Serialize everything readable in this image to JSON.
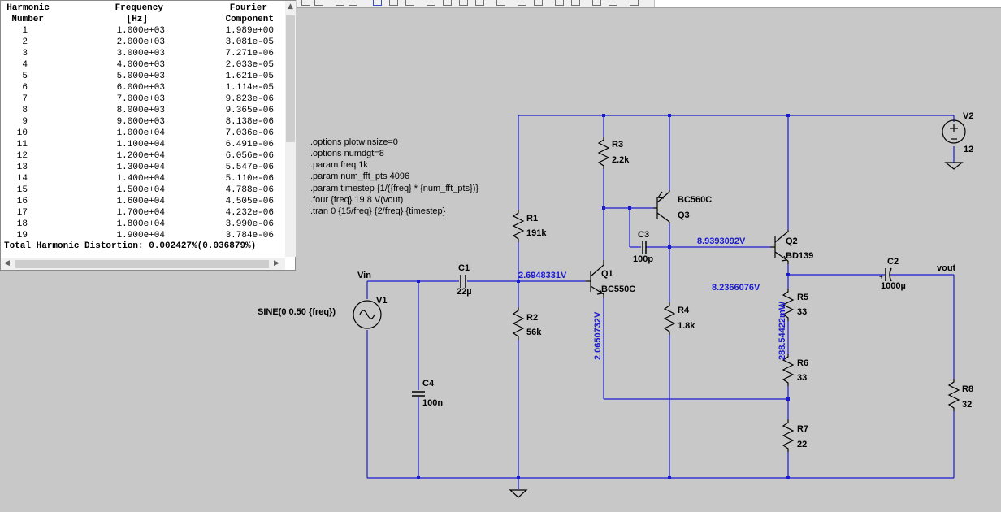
{
  "fft": {
    "headers": {
      "col1_line1": "Harmonic",
      "col1_line2": "Number",
      "col2_line1": "Frequency",
      "col2_line2": "[Hz]",
      "col3_line1": "Fourier",
      "col3_line2": "Component"
    },
    "rows": [
      [
        "1",
        "1.000e+03",
        "1.989e+00"
      ],
      [
        "2",
        "2.000e+03",
        "3.081e-05"
      ],
      [
        "3",
        "3.000e+03",
        "7.271e-06"
      ],
      [
        "4",
        "4.000e+03",
        "2.033e-05"
      ],
      [
        "5",
        "5.000e+03",
        "1.621e-05"
      ],
      [
        "6",
        "6.000e+03",
        "1.114e-05"
      ],
      [
        "7",
        "7.000e+03",
        "9.823e-06"
      ],
      [
        "8",
        "8.000e+03",
        "9.365e-06"
      ],
      [
        "9",
        "9.000e+03",
        "8.138e-06"
      ],
      [
        "10",
        "1.000e+04",
        "7.036e-06"
      ],
      [
        "11",
        "1.100e+04",
        "6.491e-06"
      ],
      [
        "12",
        "1.200e+04",
        "6.056e-06"
      ],
      [
        "13",
        "1.300e+04",
        "5.547e-06"
      ],
      [
        "14",
        "1.400e+04",
        "5.110e-06"
      ],
      [
        "15",
        "1.500e+04",
        "4.788e-06"
      ],
      [
        "16",
        "1.600e+04",
        "4.505e-06"
      ],
      [
        "17",
        "1.700e+04",
        "4.232e-06"
      ],
      [
        "18",
        "1.800e+04",
        "3.990e-06"
      ],
      [
        "19",
        "1.900e+04",
        "3.784e-06"
      ]
    ],
    "thd": "Total Harmonic Distortion: 0.002427%(0.036879%)"
  },
  "directives": [
    ".options plotwinsize=0",
    ".options numdgt=8",
    ".param freq 1k",
    ".param num_fft_pts 4096",
    ".param timestep {1/({freq} * {num_fft_pts})}",
    ".four {freq} 19 8 V(vout)",
    ".tran 0 {15/freq} {2/freq} {timestep}"
  ],
  "components": {
    "v1_name": "V1",
    "v1_value": "SINE(0 0.50 {freq})",
    "v2_name": "V2",
    "v2_value": "12",
    "r1_name": "R1",
    "r1_value": "191k",
    "r2_name": "R2",
    "r2_value": "56k",
    "r3_name": "R3",
    "r3_value": "2.2k",
    "r4_name": "R4",
    "r4_value": "1.8k",
    "r5_name": "R5",
    "r5_value": "33",
    "r6_name": "R6",
    "r6_value": "33",
    "r7_name": "R7",
    "r7_value": "22",
    "r8_name": "R8",
    "r8_value": "32",
    "c1_name": "C1",
    "c1_value": "22µ",
    "c2_name": "C2",
    "c2_value": "1000µ",
    "c3_name": "C3",
    "c3_value": "100p",
    "c4_name": "C4",
    "c4_value": "100n",
    "q1_name": "Q1",
    "q1_model": "BC550C",
    "q2_name": "Q2",
    "q2_model": "BD139",
    "q3_name": "Q3",
    "q3_model": "BC560C"
  },
  "nets": {
    "vin": "Vin",
    "vout": "vout"
  },
  "probes": {
    "q1_base": "2.6948331V",
    "q1_emitter": "2.0650732V",
    "q2_base": "8.9393092V",
    "q2_emitter": "8.2366076V",
    "r5_power": "288.54422mW"
  },
  "colors": {
    "wire": "#1a1ad0",
    "background": "#c8c8c8",
    "probe_text": "#1a1ad0"
  }
}
